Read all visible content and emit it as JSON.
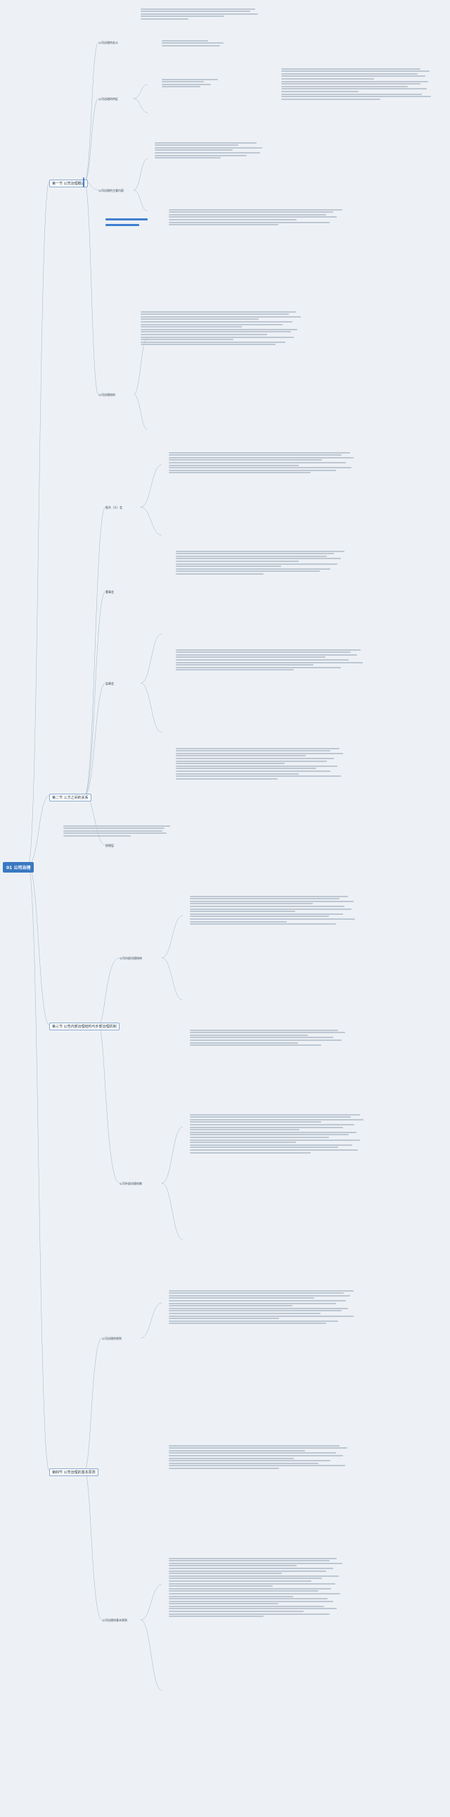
{
  "root": {
    "title": "01 公司治理"
  },
  "chapters": [
    {
      "label": "第一节 公司治理概述",
      "sections": [
        "公司治理的含义",
        "公司治理的特征",
        "公司治理的主要内容",
        "公司治理结构"
      ]
    },
    {
      "label": "第二节 三方之间的关系",
      "sections": [
        "股东（大）会",
        "董事会",
        "监事会",
        "经理层"
      ]
    },
    {
      "label": "第三节 公司内部治理结构与外部治理机制",
      "sections": [
        "公司内部治理结构",
        "公司外部治理机制"
      ]
    },
    {
      "label": "第四节 公司治理的基本原则",
      "sections": [
        "公司治理的原则",
        "公司治理的基本原则"
      ]
    }
  ],
  "footer": {
    "text": ""
  }
}
